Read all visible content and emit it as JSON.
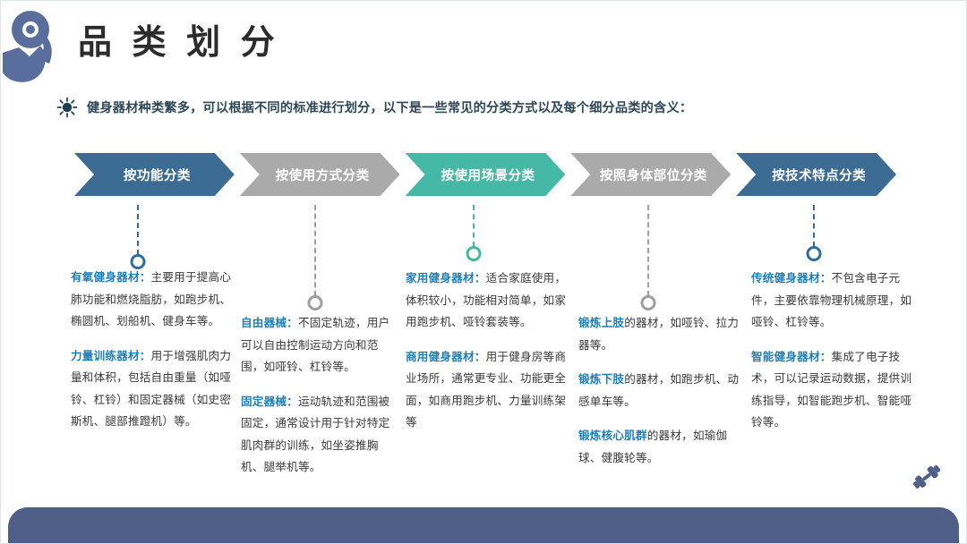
{
  "slide": {
    "title": "品 类 划 分",
    "subtitle": "健身器材种类繁多，可以根据不同的标准进行划分，以下是一些常见的分类方式以及每个细分品类的含义："
  },
  "icons": {
    "logo": "muscle-arm-logo",
    "sun": "sun-icon",
    "dumbbell": "dumbbell-icon"
  },
  "colors": {
    "blue_dark": "#3c6b94",
    "gray": "#aaaaaa",
    "teal": "#46b9a6",
    "band": "#4f5f87",
    "heading_blue": "#1f7fb8",
    "title": "#2c2c2c"
  },
  "arrows": [
    {
      "label": "按功能分类",
      "color": "#3c6b94"
    },
    {
      "label": "按使用方式分类",
      "color": "#aaaaaa"
    },
    {
      "label": "按使用场景分类",
      "color": "#46b9a6"
    },
    {
      "label": "按照身体部位分类",
      "color": "#aaaaaa"
    },
    {
      "label": "按技术特点分类",
      "color": "#3c6b94"
    }
  ],
  "columns": [
    {
      "connector_color": "#2f6d9e",
      "items": [
        {
          "key": "有氧健身器材：",
          "key_color": "#1f7fb8",
          "text": "主要用于提高心肺功能和燃烧脂肪，如跑步机、椭圆机、划船机、健身车等。"
        },
        {
          "key": "力量训练器材：",
          "key_color": "#1f7fb8",
          "text": "用于增强肌肉力量和体积，包括自由重量（如哑铃、杠铃）和固定器械（如史密斯机、腿部推蹬机）等。"
        }
      ]
    },
    {
      "connector_color": "#9e9e9e",
      "items": [
        {
          "key": "自由器械：",
          "key_color": "#1f7fb8",
          "text": "不固定轨迹，用户可以自由控制运动方向和范围，如哑铃、杠铃等。"
        },
        {
          "key": "固定器械：",
          "key_color": "#1f7fb8",
          "text": "运动轨迹和范围被固定，通常设计用于针对特定肌肉群的训练，如坐姿推胸机、腿举机等。"
        }
      ]
    },
    {
      "connector_color": "#3fb8a4",
      "items": [
        {
          "key": "家用健身器材：",
          "key_color": "#1f7fb8",
          "text": "适合家庭使用，体积较小，功能相对简单，如家用跑步机、哑铃套装等。"
        },
        {
          "key": "商用健身器材：",
          "key_color": "#1f7fb8",
          "text": "用于健身房等商业场所，通常更专业、功能更全面，如商用跑步机、力量训练架等"
        }
      ]
    },
    {
      "connector_color": "#9e9e9e",
      "items": [
        {
          "key": "锻炼上肢",
          "key_color": "#1f7fb8",
          "text": "的器材，如哑铃、拉力器等。"
        },
        {
          "key": "锻炼下肢",
          "key_color": "#1f7fb8",
          "text": "的器材，如跑步机、动感单车等。"
        },
        {
          "key": "锻炼核心肌群",
          "key_color": "#1f7fb8",
          "text": "的器材，如瑜伽球、健腹轮等。"
        }
      ]
    },
    {
      "connector_color": "#2f6d9e",
      "items": [
        {
          "key": "传统健身器材：",
          "key_color": "#1f7fb8",
          "text": "不包含电子元件，主要依靠物理机械原理，如哑铃、杠铃等。"
        },
        {
          "key": "智能健身器材：",
          "key_color": "#1f7fb8",
          "text": "集成了电子技术，可以记录运动数据，提供训练指导，如智能跑步机、智能哑铃等。"
        }
      ]
    }
  ]
}
